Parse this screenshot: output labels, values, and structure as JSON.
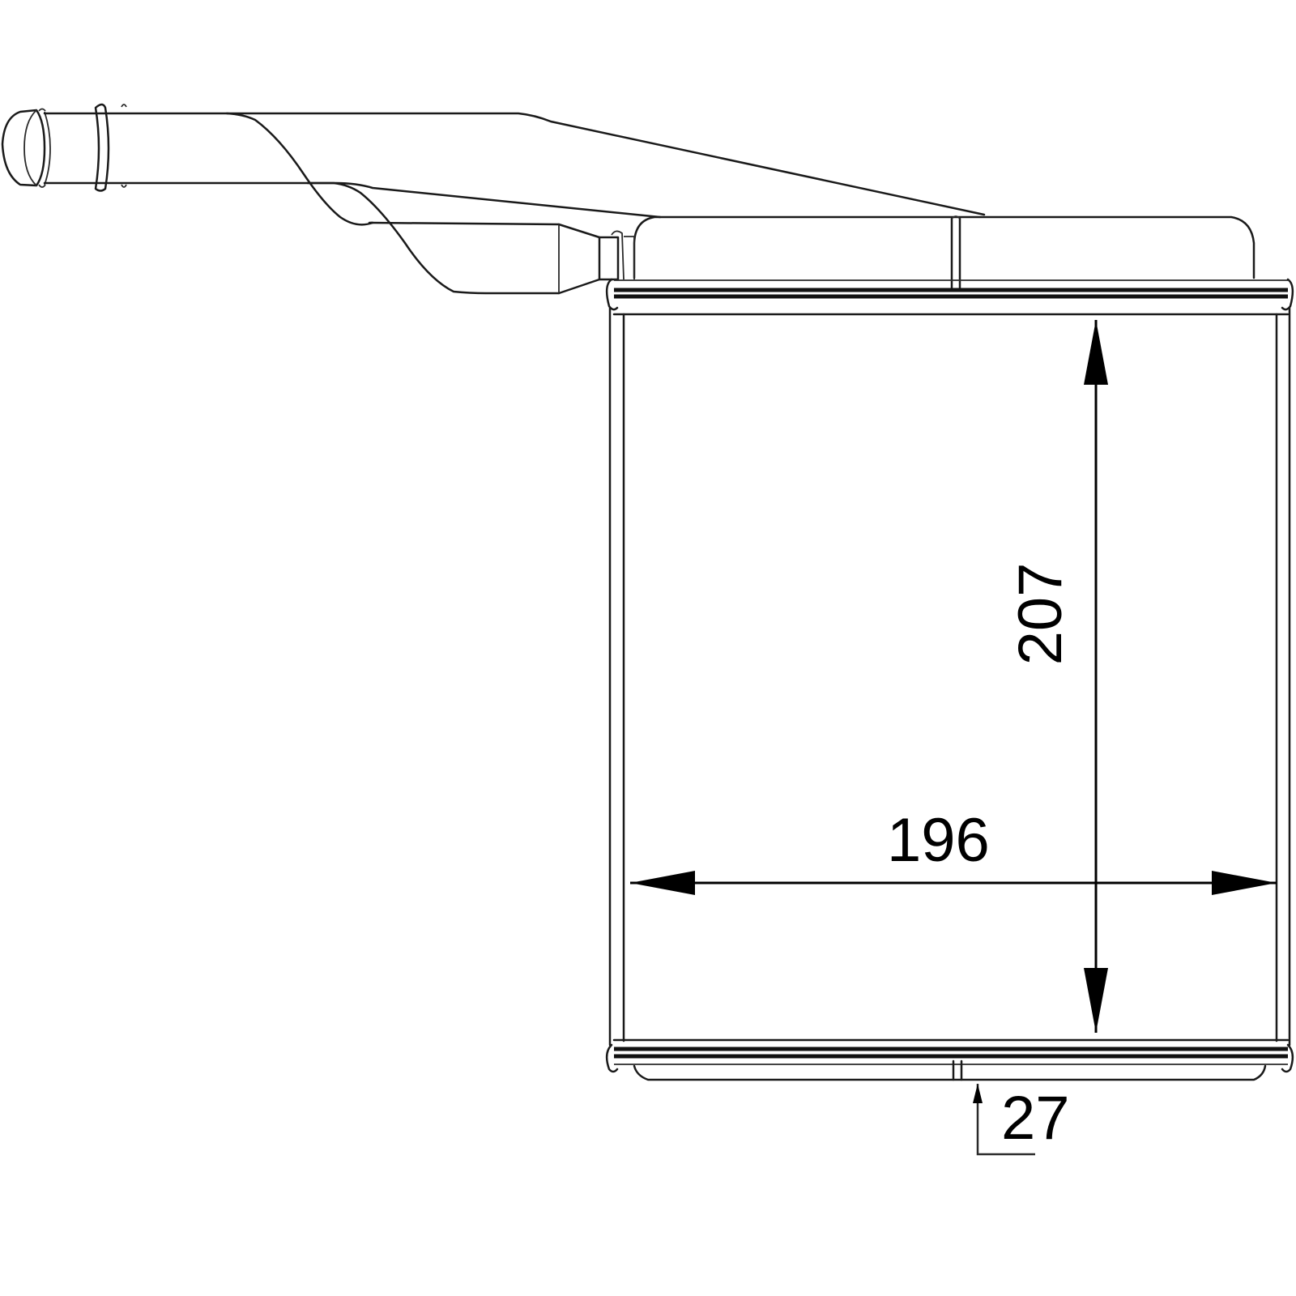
{
  "drawing": {
    "subject": "heater core technical line drawing",
    "line_color": "#1a1a1a",
    "background": "#ffffff"
  },
  "dimensions": {
    "height": {
      "value": "207",
      "orientation": "vertical"
    },
    "width": {
      "value": "196",
      "orientation": "horizontal"
    },
    "depth": {
      "value": "27",
      "orientation": "leader"
    }
  }
}
